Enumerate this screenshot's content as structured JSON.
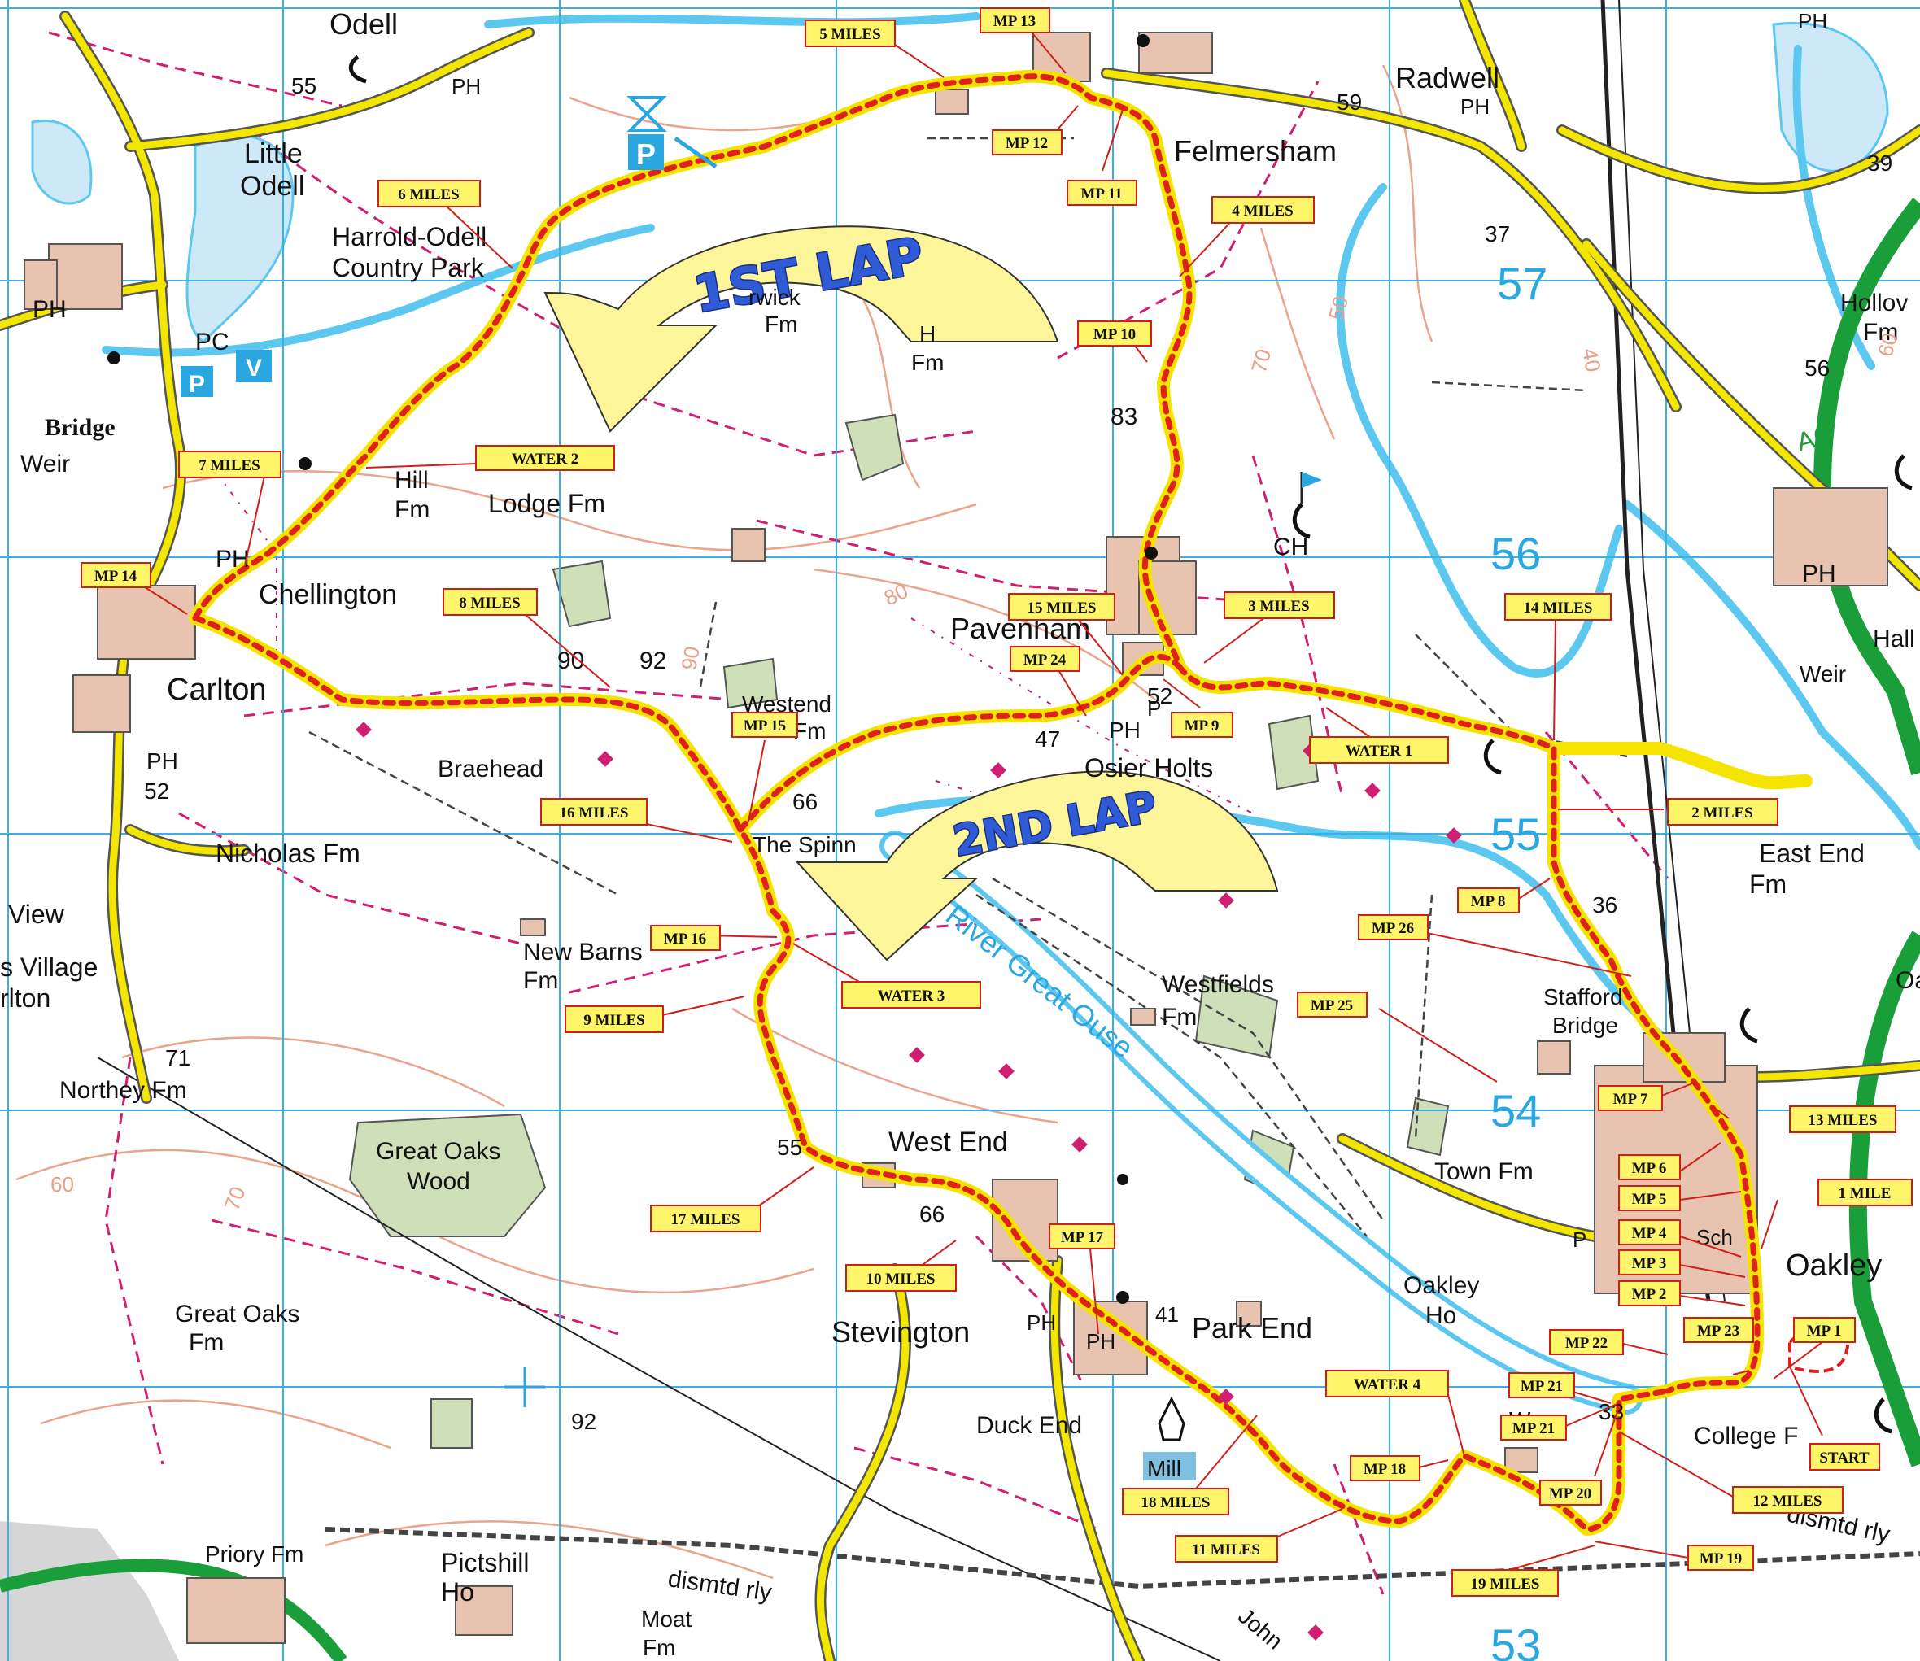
{
  "places": {
    "odell": "Odell",
    "little_odell_1": "Little",
    "little_odell_2": "Odell",
    "harrold_1": "Harrold-Odell",
    "harrold_2": "Country Park",
    "radwell": "Radwell",
    "felmersham": "Felmersham",
    "bridge": "Bridge",
    "weir_left": "Weir",
    "pc": "PC",
    "lodge_fm": "Lodge Fm",
    "hill_fm_1": "Hill",
    "hill_fm_2": "Fm",
    "chellington": "Chellington",
    "carlton": "Carlton",
    "braehead": "Braehead",
    "westend_fm_1": "Westend",
    "westend_fm_2": "Fm",
    "pavenham": "Pavenham",
    "osier_holts": "Osier Holts",
    "the_spinney": "The Spinn",
    "nicholas_fm": "Nicholas Fm",
    "view": "View",
    "s_village": "s Village",
    "rlton": "rlton",
    "new_barns_1": "New Barns",
    "new_barns_2": "Fm",
    "northey_fm": "Northey Fm",
    "great_oaks_wood_1": "Great Oaks",
    "great_oaks_wood_2": "Wood",
    "great_oaks_fm_1": "Great Oaks",
    "great_oaks_fm_2": "Fm",
    "west_end": "West End",
    "stevington": "Stevington",
    "park_end": "Park End",
    "duck_end": "Duck End",
    "mill": "Mill",
    "priory_fm": "Priory Fm",
    "pictshill_1": "Pictshill",
    "pictshill_2": "Ho",
    "moat_1": "Moat",
    "moat_2": "Fm",
    "dismtd_rly_1": "dismtd rly",
    "dismtd_rly_2": "dismtd rly",
    "river": "River Great Ouse",
    "westfields_1": "Westfields",
    "westfields_2": "Fm",
    "town_fm": "Town Fm",
    "oakley_ho_1": "Oakley",
    "oakley_ho_2": "Ho",
    "college_fm": "College F",
    "oakley": "Oakley",
    "stafford_bridge_1": "Stafford",
    "stafford_bridge_2": "Bridge",
    "east_end_fm_1": "East End",
    "east_end_fm_2": "Fm",
    "weir_right": "Weir",
    "hall": "Hall",
    "hollow_fm_1": "Hollov",
    "hollow_fm_2": "Fm",
    "a6": "A6",
    "ch": "CH",
    "rwick_1": "rwick",
    "rwick_2": "Fm",
    "h_fm_1": "H",
    "h_fm_2": "Fm",
    "john": "John",
    "oa": "Oa",
    "sch": "Sch",
    "w": "W",
    "v": "V",
    "p": "P",
    "pi": "P"
  },
  "pub_labels": [
    "PH",
    "PH",
    "PH",
    "PH",
    "PH",
    "PH",
    "PH",
    "PH",
    "PH",
    "P",
    "PH",
    "P"
  ],
  "spot_heights": {
    "h55a": "55",
    "h59": "59",
    "h37": "37",
    "h39": "39",
    "h56": "56",
    "h83": "83",
    "h90": "90",
    "h92a": "92",
    "h47": "47",
    "h52a": "52",
    "h52b": "52",
    "h66a": "66",
    "h36": "36",
    "h71": "71",
    "h55b": "55",
    "h66b": "66",
    "h41": "41",
    "h92b": "92",
    "h33": "33"
  },
  "grid_numbers": {
    "g57": "57",
    "g56": "56",
    "g55": "55",
    "g54": "54",
    "g53": "53"
  },
  "contour_numbers": {
    "c50": "50",
    "c70a": "70",
    "c80": "80",
    "c60": "60",
    "c70b": "70",
    "c40": "40",
    "c60b": "60",
    "c90": "90"
  },
  "laps": {
    "first": "1ST LAP",
    "second": "2ND LAP"
  },
  "markers": [
    "5 MILES",
    "MP 13",
    "MP 12",
    "MP 11",
    "6 MILES",
    "4 MILES",
    "MP 10",
    "WATER 2",
    "7 MILES",
    "MP 14",
    "8 MILES",
    "15 MILES",
    "3 MILES",
    "14 MILES",
    "MP 24",
    "MP 9",
    "MP 15",
    "WATER 1",
    "16 MILES",
    "2 MILES",
    "MP 8",
    "MP 16",
    "MP 26",
    "WATER 3",
    "9 MILES",
    "MP 25",
    "MP 7",
    "13 MILES",
    "MP 6",
    "MP 5",
    "1 MILE",
    "MP 4",
    "MP 3",
    "MP 2",
    "17 MILES",
    "MP 17",
    "10 MILES",
    "MP 1",
    "MP 23",
    "MP 22",
    "WATER 4",
    "MP 21",
    "MP 21",
    "START",
    "MP 18",
    "MP 20",
    "12 MILES",
    "18 MILES",
    "11 MILES",
    "MP 19",
    "19 MILES"
  ],
  "colors": {
    "route_outer": "#f5e400",
    "route_inner": "#e0201b",
    "label_fill": "#fff56a",
    "label_stroke": "#d01f1b",
    "lap_fill": "#fcf59a",
    "grid": "#3ab0e8",
    "river": "#5cc8f0",
    "road_yellow": "#f3e600",
    "a_road": "#1a9e3a",
    "contour": "#e9a58c",
    "footpath": "#d01e72",
    "woods": "#cfe0b8"
  }
}
